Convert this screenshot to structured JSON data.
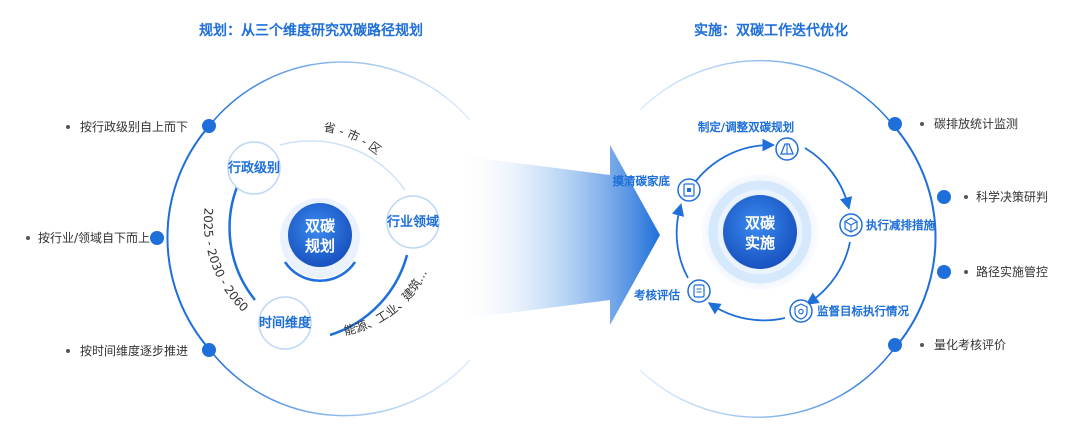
{
  "left": {
    "title": "规划：从三个维度研究双碳路径规划",
    "center": [
      "双碳",
      "规划"
    ],
    "nodes": {
      "admin": "行政级别",
      "industry": "行业领域",
      "time": "时间维度"
    },
    "arc_labels": {
      "top": "省 - 市 - 区",
      "left": "2025 - 2030 - 2060",
      "bottom": "能源、工业、建筑..."
    },
    "bullets": [
      "按行政级别自上而下",
      "按行业/领域自下而上",
      "按时间维度逐步推进"
    ]
  },
  "right": {
    "title": "实施：双碳工作迭代优化",
    "center": [
      "双碳",
      "实施"
    ],
    "cycle": [
      {
        "label": "制定/调整双碳规划",
        "icon": "ruler-triangle-icon"
      },
      {
        "label": "执行减排措施",
        "icon": "cube-icon"
      },
      {
        "label": "监督目标执行情况",
        "icon": "shield-check-icon"
      },
      {
        "label": "考核评估",
        "icon": "clipboard-icon"
      },
      {
        "label": "摸清碳家底",
        "icon": "document-icon"
      }
    ],
    "bullets": [
      "碳排放统计监测",
      "科学决策研判",
      "路径实施管控",
      "量化考核评价"
    ]
  },
  "colors": {
    "primary": "#1e6fd9",
    "dark_blue": "#1b4fbf",
    "light_ring": "#d6e8fb"
  }
}
